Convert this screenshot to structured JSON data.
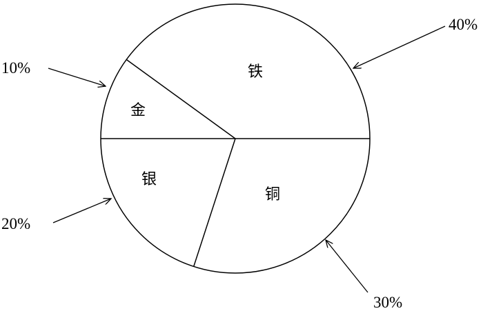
{
  "chart_data": {
    "type": "pie",
    "categories": [
      "铁",
      "金",
      "银",
      "铜"
    ],
    "values": [
      40,
      10,
      20,
      30
    ],
    "percent_labels": [
      "40%",
      "10%",
      "20%",
      "30%"
    ],
    "colors": {
      "fill": "#ffffff",
      "stroke": "#000000"
    }
  }
}
